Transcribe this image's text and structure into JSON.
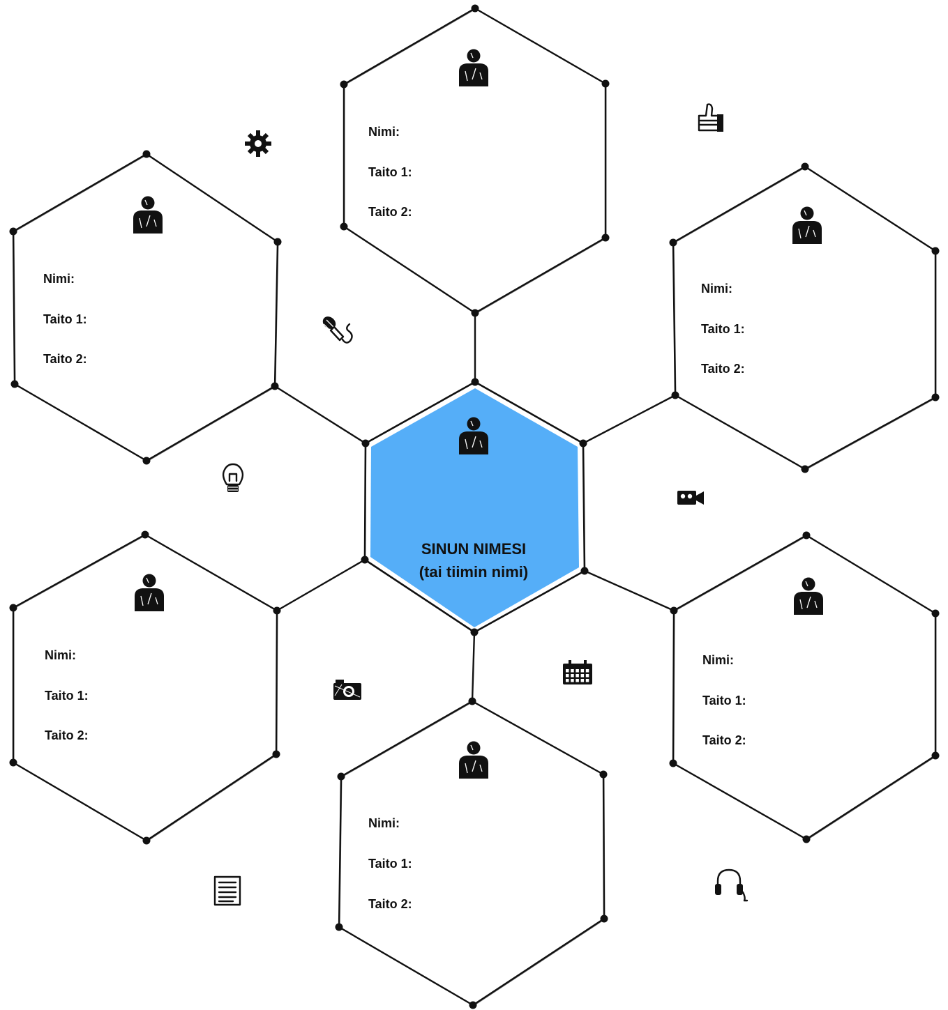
{
  "colors": {
    "center_fill": "#55aef8",
    "ink": "#111111",
    "background": "#ffffff"
  },
  "center": {
    "line1": "SINUN NIMESI",
    "line2": "(tai tiimin nimi)",
    "icon": "person-icon"
  },
  "members": [
    {
      "id": "top",
      "name_label": "Nimi:",
      "skill1_label": "Taito 1:",
      "skill2_label": "Taito 2:",
      "icon": "person-icon"
    },
    {
      "id": "upper-left",
      "name_label": "Nimi:",
      "skill1_label": "Taito 1:",
      "skill2_label": "Taito 2:",
      "icon": "person-icon"
    },
    {
      "id": "upper-right",
      "name_label": "Nimi:",
      "skill1_label": "Taito 1:",
      "skill2_label": "Taito 2:",
      "icon": "person-icon"
    },
    {
      "id": "lower-left",
      "name_label": "Nimi:",
      "skill1_label": "Taito 1:",
      "skill2_label": "Taito 2:",
      "icon": "person-icon"
    },
    {
      "id": "lower-right",
      "name_label": "Nimi:",
      "skill1_label": "Taito 1:",
      "skill2_label": "Taito 2:",
      "icon": "person-icon"
    },
    {
      "id": "bottom",
      "name_label": "Nimi:",
      "skill1_label": "Taito 1:",
      "skill2_label": "Taito 2:",
      "icon": "person-icon"
    }
  ],
  "decorative_icons": [
    "gear-icon",
    "thumbs-up-icon",
    "microphone-icon",
    "lightbulb-icon",
    "video-camera-icon",
    "camera-icon",
    "calendar-icon",
    "document-icon",
    "headphones-icon"
  ]
}
